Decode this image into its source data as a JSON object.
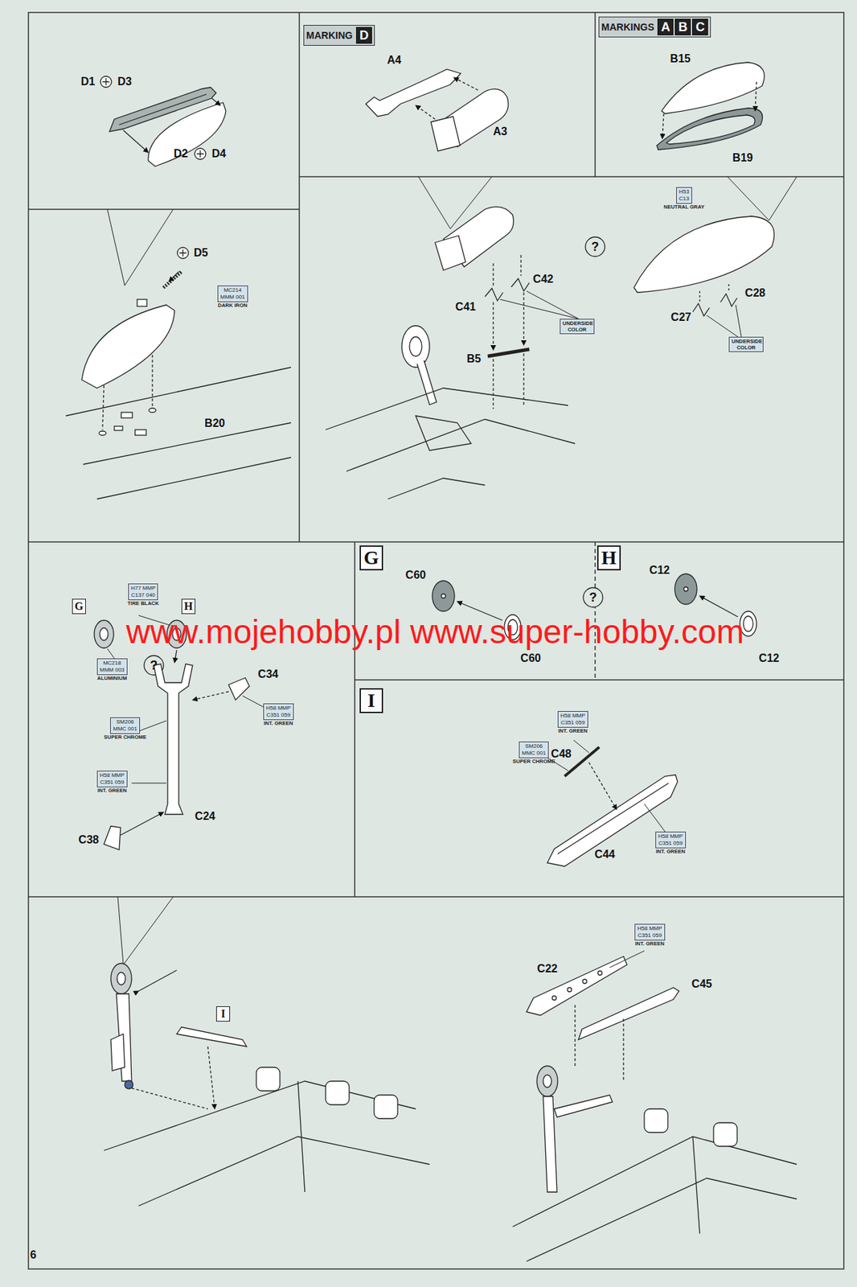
{
  "diagram": {
    "nodes": [
      {
        "text": [
          "MARKING"
        ]
      },
      {
        "text": [
          "D"
        ],
        "in": 0
      },
      {
        "text": [
          "MARKINGS"
        ]
      },
      {
        "text": [
          "A"
        ],
        "in": 2
      },
      {
        "text": [
          "B"
        ],
        "in": 2
      },
      {
        "text": [
          "C"
        ],
        "in": 2
      },
      {
        "text": [
          "MC214",
          "MMM 001",
          "DARK IRON"
        ]
      },
      {
        "text": [
          "H53",
          "C13",
          "NEUTRAL GRAY"
        ]
      },
      {
        "text": [
          "UNDERSIDE COLOR"
        ]
      },
      {
        "text": [
          "UNDERSIDE COLOR"
        ]
      },
      {
        "text": [
          "H77 MMP",
          "C137 040",
          "TIRE BLACK"
        ]
      },
      {
        "text": [
          "G"
        ]
      },
      {
        "text": [
          "H"
        ]
      },
      {
        "text": [
          "G"
        ]
      },
      {
        "text": [
          "H"
        ]
      },
      {
        "text": [
          "MC218",
          "MMM 003",
          "ALUMINIUM"
        ]
      },
      {
        "text": [
          "SM206",
          "MMC 001",
          "SUPER CHROME"
        ]
      },
      {
        "text": [
          "H58 MMP",
          "C351 059",
          "INT. GREEN"
        ]
      },
      {
        "text": [
          "H58 MMP",
          "C351 059",
          "INT. GREEN"
        ]
      },
      {
        "text": [
          "I"
        ]
      },
      {
        "text": [
          "H58 MMP",
          "C351 059",
          "INT. GREEN"
        ]
      },
      {
        "text": [
          "SM206",
          "MMC 001",
          "SUPER CHROME"
        ]
      },
      {
        "text": [
          "H58 MMP",
          "C351 059",
          "INT. GREEN"
        ]
      },
      {
        "text": [
          "I"
        ]
      },
      {
        "text": [
          "H58 MMP",
          "C351 059",
          "INT. GREEN"
        ]
      }
    ],
    "labels": [
      "D1",
      "D3",
      "D2",
      "D4",
      "A4",
      "A3",
      "B15",
      "B19",
      "D5",
      "B20",
      "C42",
      "C41",
      "C28",
      "C27",
      "B5",
      "?",
      "C60",
      "?",
      "C12",
      "www.mojehobby.pl www.super-hobby.com",
      "C60",
      "C12",
      "?",
      "C34",
      "C24",
      "C38",
      "C48",
      "C44",
      "C22",
      "C45",
      "6"
    ]
  }
}
